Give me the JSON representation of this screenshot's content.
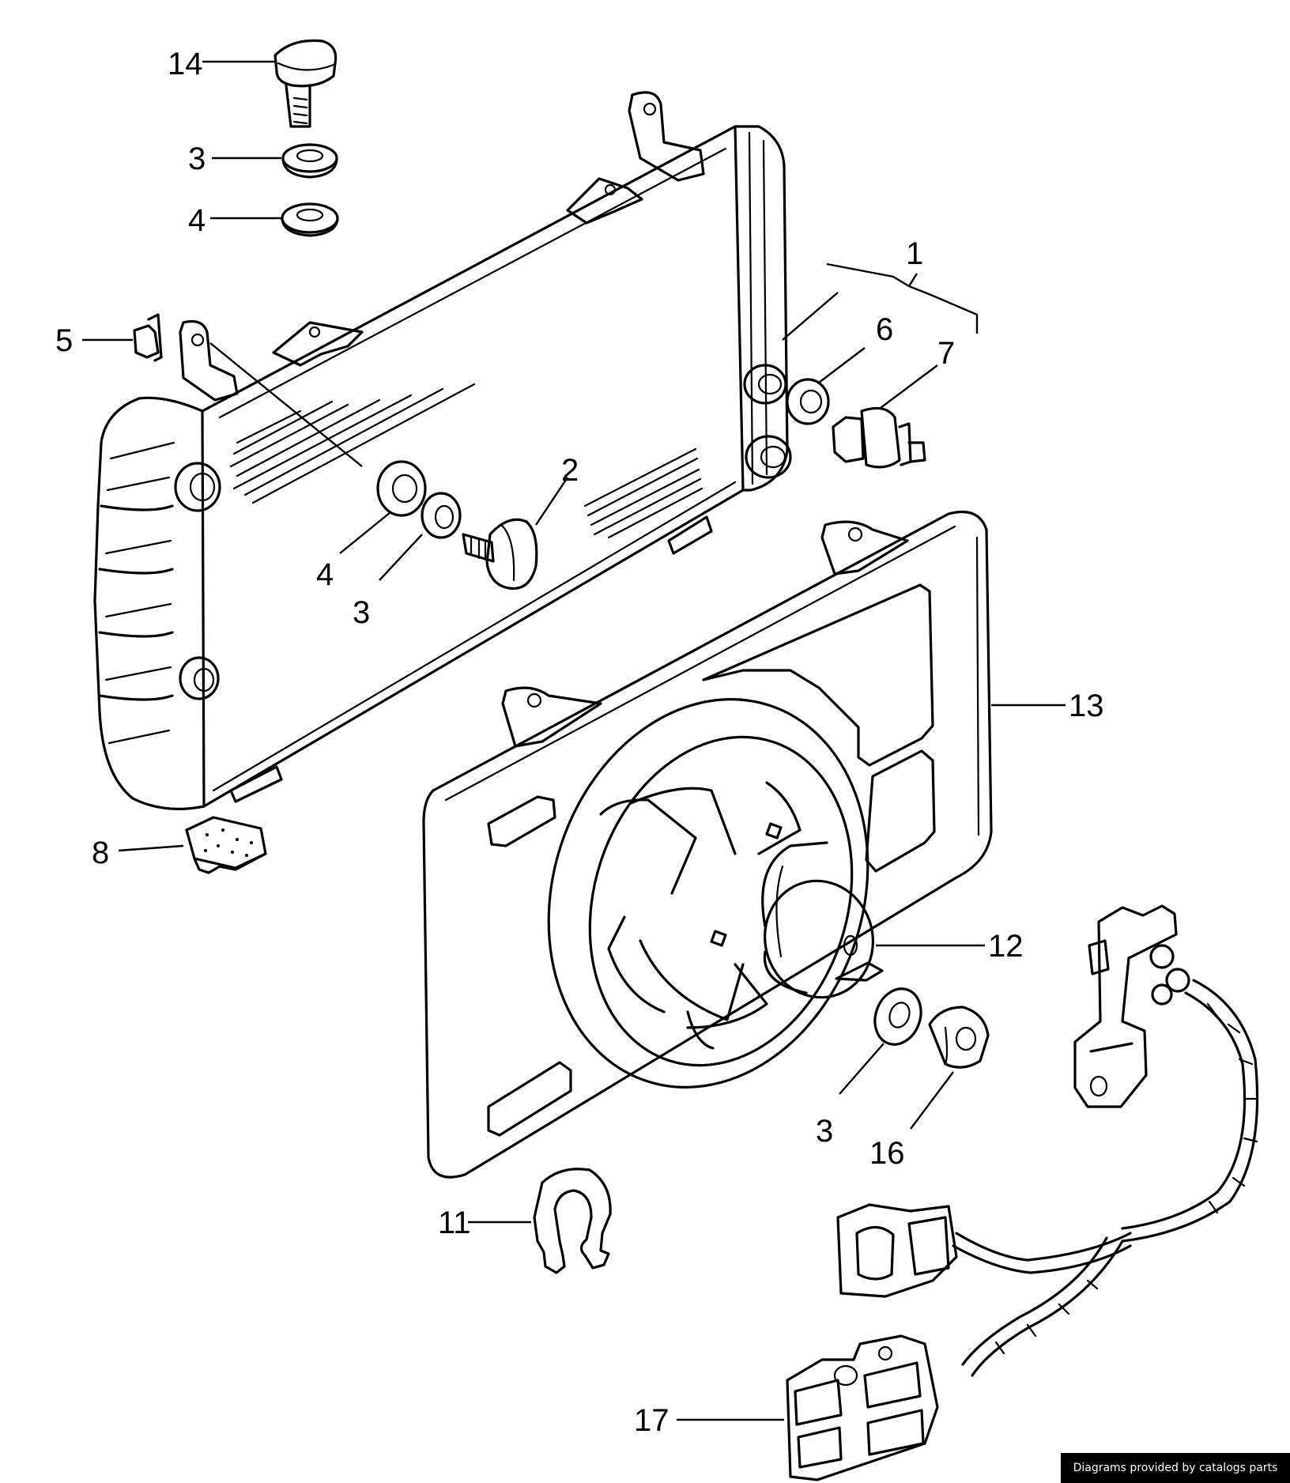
{
  "footer": {
    "credit": "Diagrams provided by catalogs parts"
  },
  "callouts": {
    "c1": "1",
    "c2": "2",
    "c3a": "3",
    "c3b": "3",
    "c3c": "3",
    "c4a": "4",
    "c4b": "4",
    "c5": "5",
    "c6": "6",
    "c7": "7",
    "c8": "8",
    "c11": "11",
    "c12": "12",
    "c13": "13",
    "c14": "14",
    "c16": "16",
    "c17": "17"
  }
}
